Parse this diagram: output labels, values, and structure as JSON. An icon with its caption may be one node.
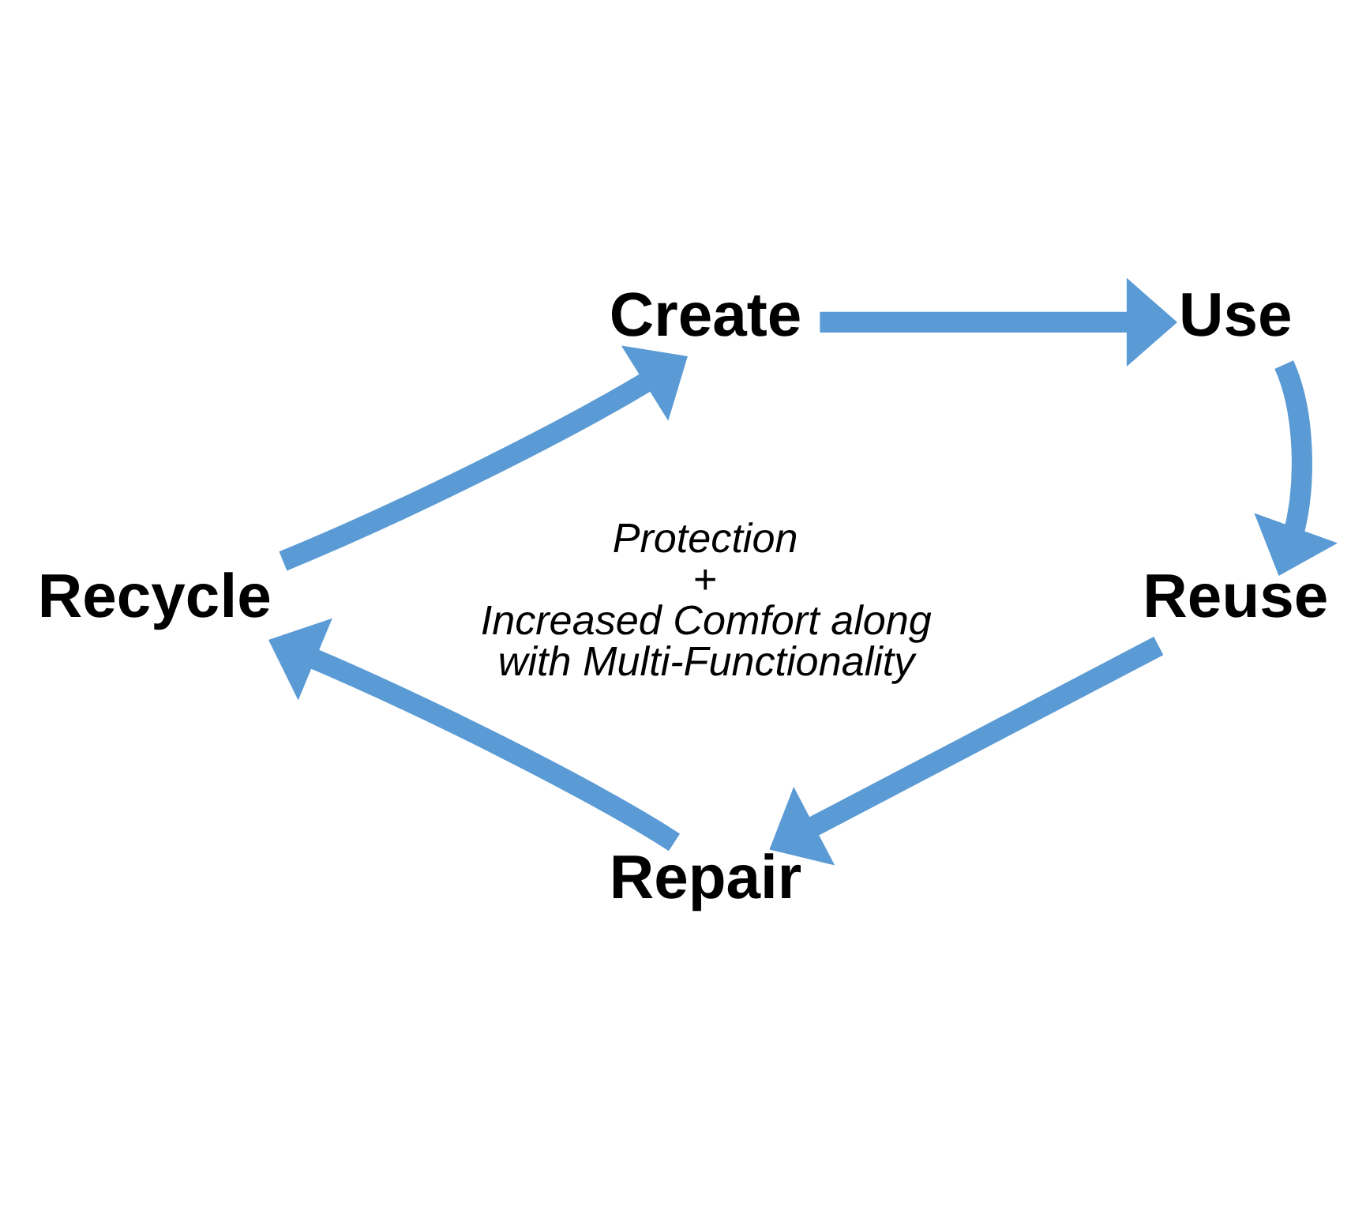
{
  "diagram": {
    "nodes": [
      {
        "text": [
          "Create"
        ]
      },
      {
        "text": [
          "Use"
        ]
      },
      {
        "text": [
          "Reuse"
        ]
      },
      {
        "text": [
          "Repair"
        ]
      },
      {
        "text": [
          "Recycle"
        ]
      }
    ],
    "edges": [
      {
        "from": 0,
        "to": 1,
        "arrow": "to"
      },
      {
        "from": 1,
        "to": 2,
        "arrow": "to"
      },
      {
        "from": 2,
        "to": 3,
        "arrow": "to"
      },
      {
        "from": 3,
        "to": 4,
        "arrow": "to"
      },
      {
        "from": 4,
        "to": 0,
        "arrow": "to"
      }
    ],
    "labels": [
      "Protection",
      "+",
      "Increased Comfort along with Multi-Functionality"
    ]
  }
}
